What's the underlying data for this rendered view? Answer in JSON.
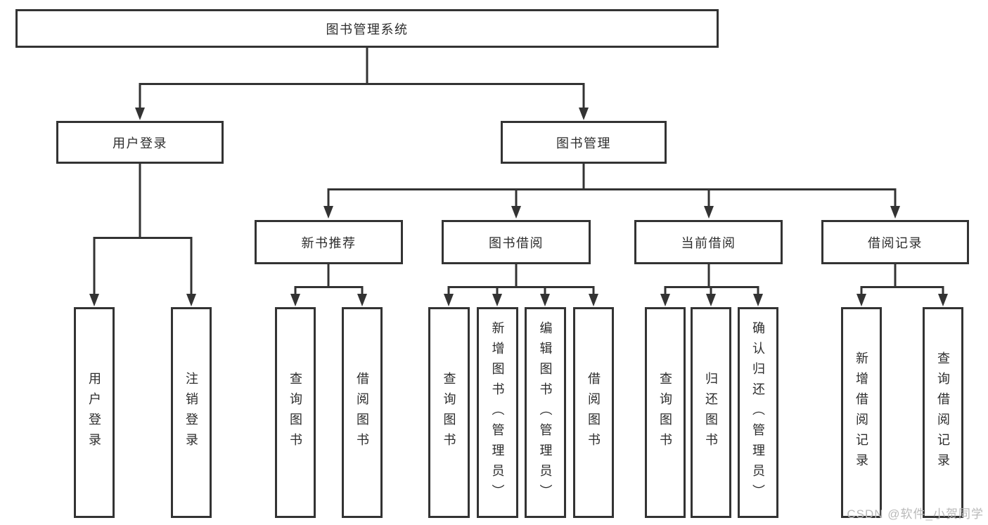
{
  "diagram": {
    "root": {
      "label": "图书管理系统"
    },
    "branches": [
      {
        "label": "用户登录",
        "leaves": [
          {
            "label": "用户登录"
          },
          {
            "label": "注销登录"
          }
        ]
      },
      {
        "label": "图书管理",
        "groups": [
          {
            "label": "新书推荐",
            "leaves": [
              {
                "label": "查询图书"
              },
              {
                "label": "借阅图书"
              }
            ]
          },
          {
            "label": "图书借阅",
            "leaves": [
              {
                "label": "查询图书"
              },
              {
                "label": "新增图书（管理员）"
              },
              {
                "label": "编辑图书（管理员）"
              },
              {
                "label": "借阅图书"
              }
            ]
          },
          {
            "label": "当前借阅",
            "leaves": [
              {
                "label": "查询图书"
              },
              {
                "label": "归还图书"
              },
              {
                "label": "确认归还（管理员）"
              }
            ]
          },
          {
            "label": "借阅记录",
            "leaves": [
              {
                "label": "新增借阅记录"
              },
              {
                "label": "查询借阅记录"
              }
            ]
          }
        ]
      }
    ]
  },
  "watermark": {
    "text": "CSDN @软件_小贺同学"
  },
  "colors": {
    "line": "#333333",
    "text": "#2d2d2d",
    "watermark": "#b9b9b9",
    "background": "#ffffff"
  }
}
